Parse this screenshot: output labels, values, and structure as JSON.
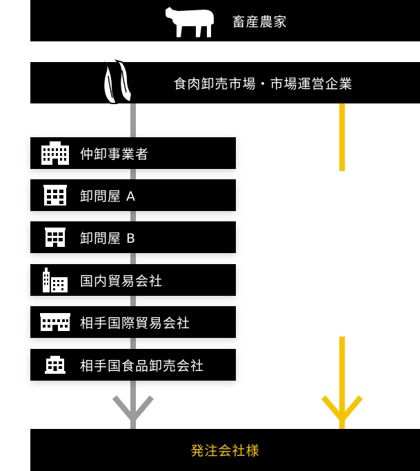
{
  "top": {
    "label": "畜産農家",
    "icon": "cow-icon"
  },
  "market": {
    "label": "食肉卸売市場・市場運営企業",
    "icon": "meat-icon"
  },
  "steps": [
    {
      "label": "仲卸事業者",
      "icon": "office-building-icon"
    },
    {
      "label": "卸問屋 A",
      "icon": "building-icon"
    },
    {
      "label": "卸問屋 B",
      "icon": "building-icon"
    },
    {
      "label": "国内貿易会社",
      "icon": "tower-building-icon"
    },
    {
      "label": "相手国際貿易会社",
      "icon": "wide-building-icon"
    },
    {
      "label": "相手国食品卸売会社",
      "icon": "small-building-icon"
    }
  ],
  "bottom": {
    "label": "発注会社様"
  },
  "colors": {
    "gray_line": "#9b9b9b",
    "yellow_line": "#f5c400",
    "bar": "#000000",
    "bottom_text": "#f5c400"
  }
}
